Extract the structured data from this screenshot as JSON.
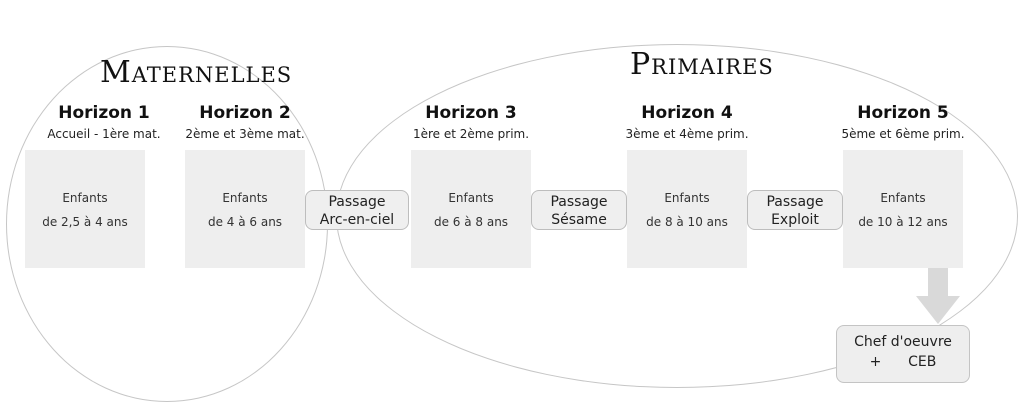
{
  "groups": {
    "maternelles": "Maternelles",
    "primaires": "Primaires"
  },
  "horizons": [
    {
      "title": "Horizon 1",
      "sub": "Accueil - 1ère mat.",
      "box_line1": "Enfants",
      "box_line2": "de 2,5 à 4 ans"
    },
    {
      "title": "Horizon 2",
      "sub": "2ème et 3ème mat.",
      "box_line1": "Enfants",
      "box_line2": "de 4 à 6 ans"
    },
    {
      "title": "Horizon 3",
      "sub": "1ère et 2ème prim.",
      "box_line1": "Enfants",
      "box_line2": "de 6 à 8 ans"
    },
    {
      "title": "Horizon 4",
      "sub": "3ème et 4ème prim.",
      "box_line1": "Enfants",
      "box_line2": "de 8 à 10 ans"
    },
    {
      "title": "Horizon 5",
      "sub": "5ème et 6ème prim.",
      "box_line1": "Enfants",
      "box_line2": "de 10 à 12 ans"
    }
  ],
  "passages": [
    {
      "line1": "Passage",
      "line2": "Arc-en-ciel"
    },
    {
      "line1": "Passage",
      "line2": "Sésame"
    },
    {
      "line1": "Passage",
      "line2": "Exploit"
    }
  ],
  "final": {
    "line1": "Chef d'oeuvre",
    "line2": "+      CEB"
  },
  "colors": {
    "box_fill": "#eeeeee",
    "outline": "#c6c6c6",
    "arrow": "#d9d9d9"
  }
}
